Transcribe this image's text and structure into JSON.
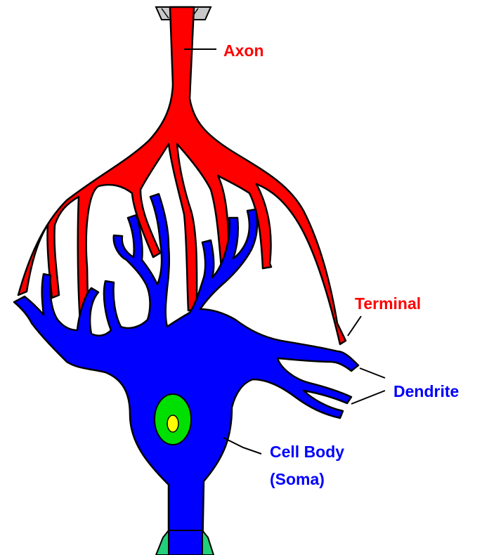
{
  "labels": {
    "axon": "Axon",
    "terminal": "Terminal",
    "dendrite": "Dendrite",
    "cell_body_line1": "Cell Body",
    "cell_body_line2": "(Soma)"
  },
  "colors": {
    "axon": "#ff0000",
    "neuron_body": "#0000ff",
    "nucleus": "#00e000",
    "nucleolus": "#ffff00",
    "outline": "#000000",
    "myelin": "#c0c0c0",
    "background": "#ffffff"
  }
}
